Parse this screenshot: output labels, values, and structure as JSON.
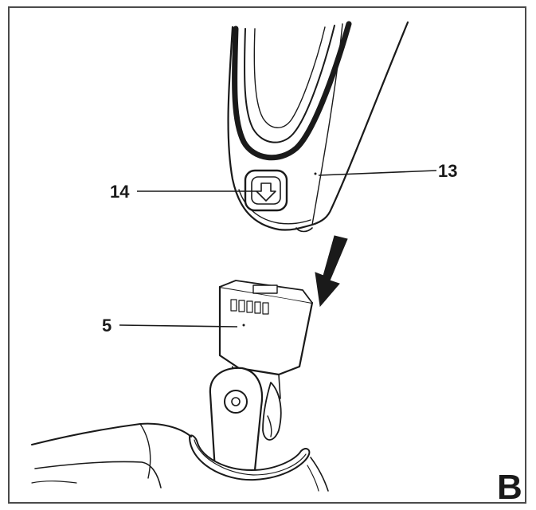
{
  "figure": {
    "panel_letter": "B",
    "callouts": [
      {
        "id": "handle",
        "label": "13"
      },
      {
        "id": "release-button",
        "label": "14"
      },
      {
        "id": "connector",
        "label": "5"
      }
    ],
    "line_color": "#1a1a1a",
    "background_color": "#ffffff"
  }
}
